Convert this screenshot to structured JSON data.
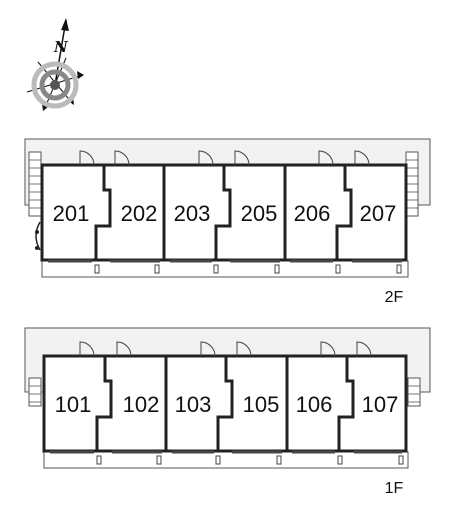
{
  "compass": {
    "north_label": "N"
  },
  "floors": [
    {
      "label": "2F",
      "rooms": [
        "201",
        "202",
        "203",
        "205",
        "206",
        "207"
      ]
    },
    {
      "label": "1F",
      "rooms": [
        "101",
        "102",
        "103",
        "105",
        "106",
        "107"
      ]
    }
  ]
}
